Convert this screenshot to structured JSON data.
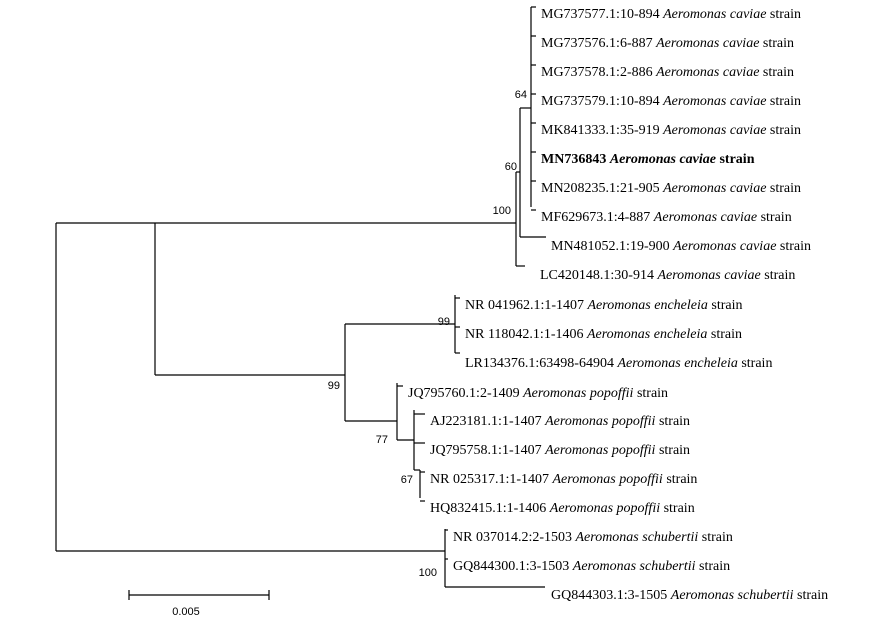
{
  "tree": {
    "leaves": [
      {
        "accession": "MG737577.1:10-894",
        "species": "Aeromonas caviae",
        "suffix": "strain",
        "bold": false
      },
      {
        "accession": "MG737576.1:6-887",
        "species": "Aeromonas caviae",
        "suffix": "strain",
        "bold": false
      },
      {
        "accession": "MG737578.1:2-886",
        "species": "Aeromonas caviae",
        "suffix": "strain",
        "bold": false
      },
      {
        "accession": "MG737579.1:10-894",
        "species": "Aeromonas caviae",
        "suffix": "strain",
        "bold": false
      },
      {
        "accession": "MK841333.1:35-919",
        "species": "Aeromonas caviae",
        "suffix": "strain",
        "bold": false
      },
      {
        "accession": "MN736843",
        "species": "Aeromonas caviae",
        "suffix": "strain",
        "bold": true
      },
      {
        "accession": "MN208235.1:21-905",
        "species": "Aeromonas caviae",
        "suffix": "strain",
        "bold": false
      },
      {
        "accession": "MF629673.1:4-887",
        "species": "Aeromonas caviae",
        "suffix": "strain",
        "bold": false
      },
      {
        "accession": "MN481052.1:19-900",
        "species": "Aeromonas caviae",
        "suffix": "strain",
        "bold": false
      },
      {
        "accession": "LC420148.1:30-914",
        "species": "Aeromonas caviae",
        "suffix": "strain",
        "bold": false
      },
      {
        "accession": "NR 041962.1:1-1407",
        "species": "Aeromonas encheleia",
        "suffix": "strain",
        "bold": false
      },
      {
        "accession": "NR 118042.1:1-1406",
        "species": "Aeromonas encheleia",
        "suffix": "strain",
        "bold": false
      },
      {
        "accession": "LR134376.1:63498-64904",
        "species": "Aeromonas encheleia",
        "suffix": "strain",
        "bold": false
      },
      {
        "accession": "JQ795760.1:2-1409",
        "species": "Aeromonas popoffii",
        "suffix": "strain",
        "bold": false
      },
      {
        "accession": "AJ223181.1:1-1407",
        "species": "Aeromonas popoffii",
        "suffix": "strain",
        "bold": false
      },
      {
        "accession": "JQ795758.1:1-1407",
        "species": "Aeromonas popoffii",
        "suffix": "strain",
        "bold": false
      },
      {
        "accession": "NR 025317.1:1-1407",
        "species": "Aeromonas popoffii",
        "suffix": "strain",
        "bold": false
      },
      {
        "accession": "HQ832415.1:1-1406",
        "species": "Aeromonas popoffii",
        "suffix": "strain",
        "bold": false
      },
      {
        "accession": "NR 037014.2:2-1503",
        "species": "Aeromonas schubertii",
        "suffix": "strain",
        "bold": false
      },
      {
        "accession": "GQ844300.1:3-1503",
        "species": "Aeromonas schubertii",
        "suffix": "strain",
        "bold": false
      },
      {
        "accession": "GQ844303.1:3-1505",
        "species": "Aeromonas schubertii",
        "suffix": "strain",
        "bold": false
      }
    ],
    "bootstrap_values": [
      "64",
      "60",
      "100",
      "99",
      "99",
      "77",
      "67",
      "100"
    ],
    "scale_bar": {
      "label": "0.005",
      "value": 0.005
    }
  }
}
